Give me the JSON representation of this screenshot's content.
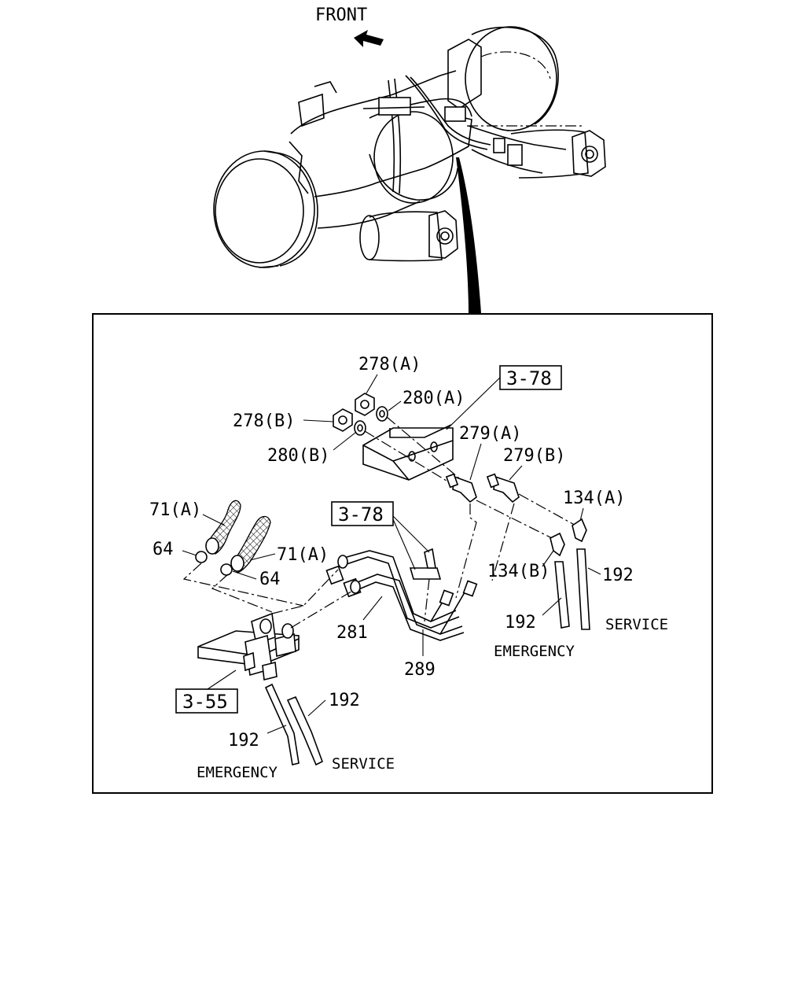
{
  "front_label": "FRONT",
  "labels": {
    "p278a": "278(A)",
    "p278b": "278(B)",
    "p280a": "280(A)",
    "p280b": "280(B)",
    "p279a": "279(A)",
    "p279b": "279(B)",
    "p134a": "134(A)",
    "p134b": "134(B)",
    "p71a_top": "71(A)",
    "p71a_right": "71(A)",
    "p64_left": "64",
    "p64_right": "64",
    "p192_right_hose": "192",
    "p192_mid": "192",
    "p192_lower_right": "192",
    "p192_lower_left": "192",
    "p281": "281",
    "p289": "289",
    "emergency_right": "EMERGENCY",
    "service_right": "SERVICE",
    "emergency_left": "EMERGENCY",
    "service_left": "SERVICE"
  },
  "refs": {
    "ref_378_top": "3-78",
    "ref_378_mid": "3-78",
    "ref_355": "3-55"
  }
}
